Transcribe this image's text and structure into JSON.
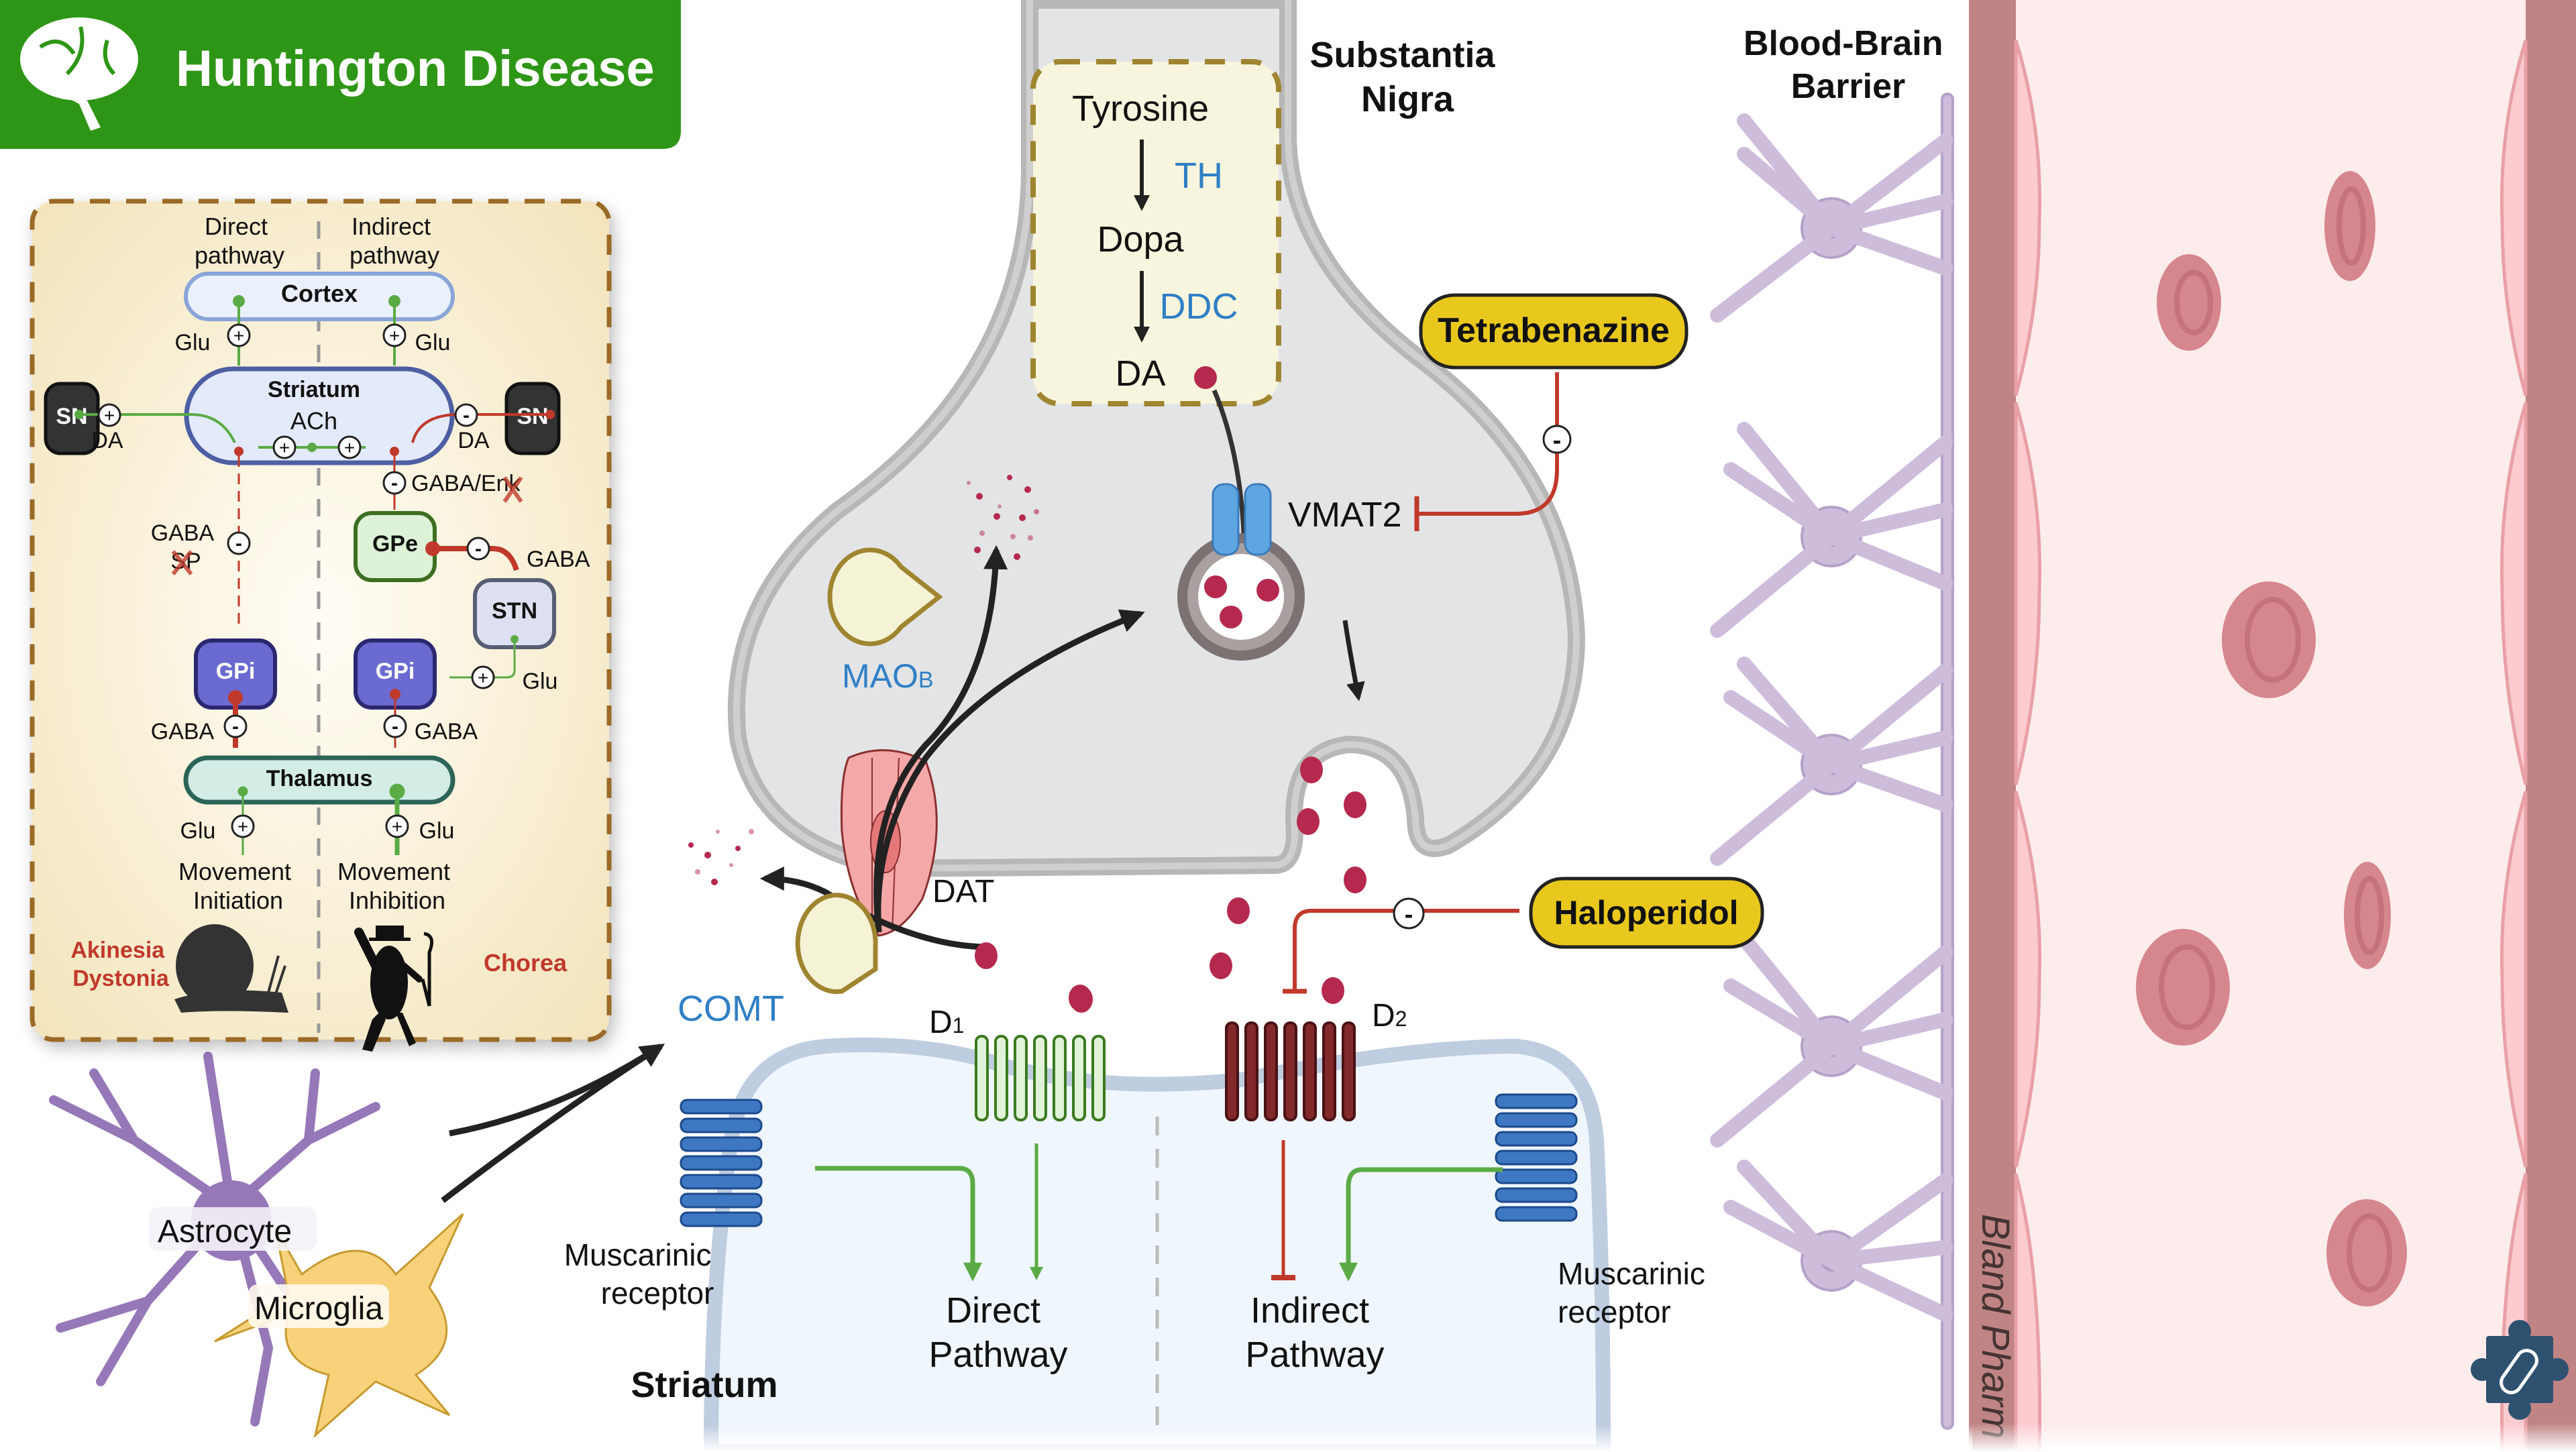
{
  "header": {
    "title": "Huntington Disease",
    "icon": "brain-icon",
    "color": "#2e9616"
  },
  "inset": {
    "direct_label": [
      "Direct",
      "pathway"
    ],
    "indirect_label": [
      "Indirect",
      "pathway"
    ],
    "cortex": "Cortex",
    "striatum": "Striatum",
    "ach": "ACh",
    "sn": "SN",
    "glu": "Glu",
    "da": "DA",
    "gaba": "GABA",
    "gaba_enk": "GABA/Enk",
    "gaba_sp": "SP",
    "gpe": "GPe",
    "stn": "STN",
    "gpi": "GPi",
    "thalamus": "Thalamus",
    "movement_initiation": [
      "Movement",
      "Initiation"
    ],
    "movement_inhibition": [
      "Movement",
      "Inhibition"
    ],
    "akinesia": [
      "Akinesia",
      "Dystonia"
    ],
    "chorea": "Chorea",
    "plus": "+",
    "minus": "-"
  },
  "synthesis": {
    "tyrosine": "Tyrosine",
    "th": "TH",
    "dopa": "Dopa",
    "ddc": "DDC",
    "da": "DA"
  },
  "labels": {
    "substantia_nigra": [
      "Substantia",
      "Nigra"
    ],
    "bbb": [
      "Blood-Brain",
      "Barrier"
    ],
    "vmat2": "VMAT2",
    "mao": "MAO",
    "mao_sub": "B",
    "dat": "DAT",
    "comt": "COMT",
    "d1": "D",
    "d1_sub": "1",
    "d2": "D",
    "d2_sub": "2",
    "muscarinic": [
      "Muscarinic",
      "receptor"
    ],
    "direct_pathway": [
      "Direct",
      "Pathway"
    ],
    "indirect_pathway": [
      "Indirect",
      "Pathway"
    ],
    "striatum": "Striatum",
    "astrocyte": "Astrocyte",
    "microglia": "Microglia",
    "watermark": "Bland Pharm"
  },
  "drugs": {
    "tetrabenazine": "Tetrabenazine",
    "haloperidol": "Haloperidol",
    "color": "#e9c81e"
  },
  "colors": {
    "excitatory": "#5aab45",
    "inhibitory": "#c0392b",
    "dopamine": "#b5294e",
    "enzyme_text": "#2f7fc6"
  }
}
